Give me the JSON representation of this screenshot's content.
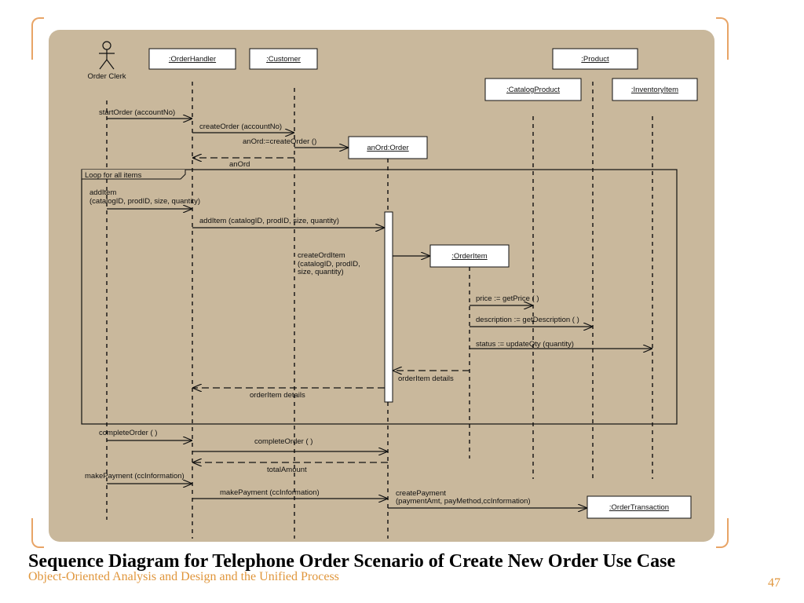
{
  "diagram": {
    "actor": "Order Clerk",
    "objects": {
      "order_handler": ":OrderHandler",
      "customer": ":Customer",
      "product": ":Product",
      "catalog_product": ":CatalogProduct",
      "inventory_item": ":InventoryItem",
      "an_ord": "anOrd:Order",
      "order_item": ":OrderItem",
      "order_transaction": ":OrderTransaction"
    },
    "loop_label": "Loop for all items",
    "messages": {
      "start_order": "startOrder (accountNo)",
      "create_order": "createOrder (accountNo)",
      "an_ord_create": "anOrd:=createOrder ()",
      "an_ord_return": "anOrd",
      "add_item_1": "addItem",
      "add_item_2": "(catalogID, prodID, size, quantity)",
      "add_item_handler": "addItem (catalogID, prodID, size, quantity)",
      "create_ord_item_1": "createOrdItem",
      "create_ord_item_2": "(catalogID, prodID,",
      "create_ord_item_3": "size, quantity)",
      "get_price": "price := getPrice ( )",
      "get_description": "description := getDescription ( )",
      "update_qty": "status := updateQty (quantity)",
      "order_item_details_1": "orderItem details",
      "order_item_details_2": "orderItem details",
      "complete_order_clerk": "completeOrder ( )",
      "complete_order_handler": "completeOrder ( )",
      "total_amount": "totalAmount",
      "make_payment_clerk": "makePayment (ccInformation)",
      "make_payment_handler": "makePayment (ccInformation)",
      "create_payment_1": "createPayment",
      "create_payment_2": "(paymentAmt, payMethod,ccInformation)"
    }
  },
  "caption": "Sequence Diagram for Telephone Order Scenario of Create New Order Use Case",
  "footer": "Object-Oriented Analysis and Design and the Unified Process",
  "page_number": "47",
  "colors": {
    "panel": "#c9b89c",
    "accent": "#e8a466",
    "footer_text": "#e0963c"
  }
}
